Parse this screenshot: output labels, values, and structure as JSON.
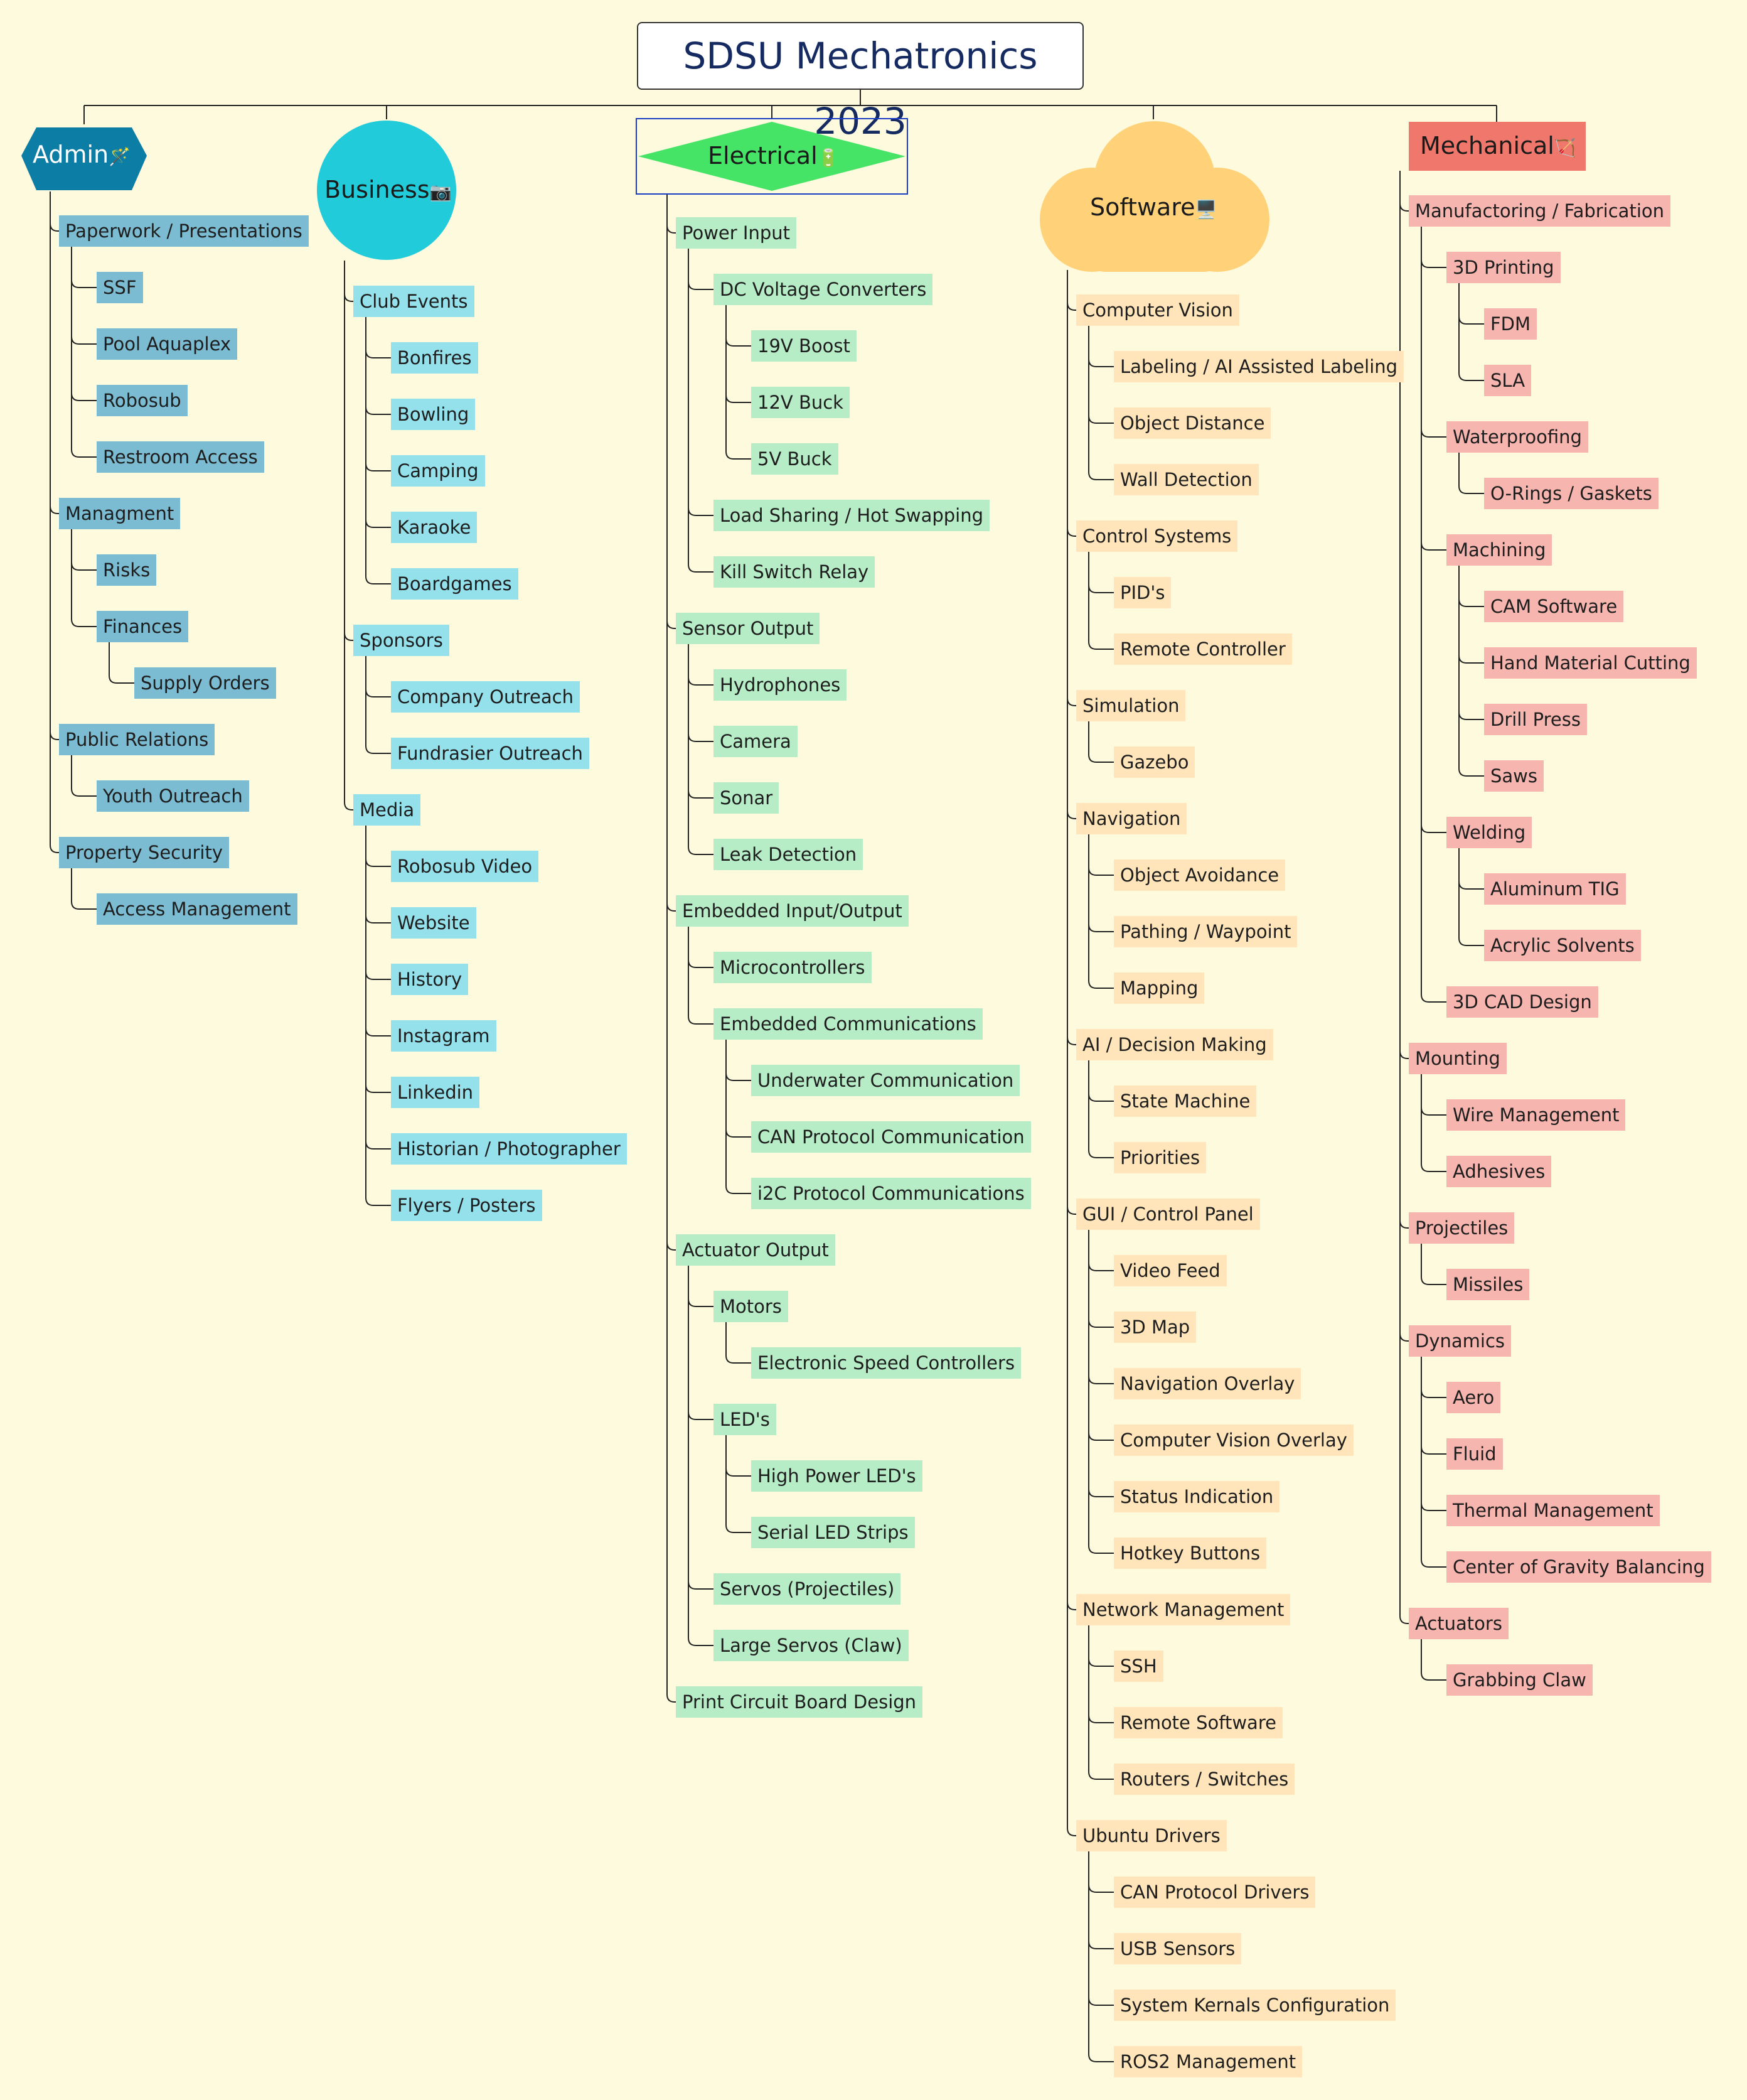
{
  "title": "SDSU Mechatronics 2023",
  "branches": [
    {
      "key": "admin",
      "label": "Admin",
      "emoji": "🪄",
      "color": "#0c7ea6",
      "children": [
        {
          "label": "Paperwork / Presentations",
          "children": [
            {
              "label": "SSF"
            },
            {
              "label": "Pool Aquaplex"
            },
            {
              "label": "Robosub"
            },
            {
              "label": "Restroom Access"
            }
          ]
        },
        {
          "label": "Managment",
          "children": [
            {
              "label": "Risks"
            },
            {
              "label": "Finances",
              "children": [
                {
                  "label": "Supply Orders"
                }
              ]
            }
          ]
        },
        {
          "label": "Public Relations",
          "children": [
            {
              "label": "Youth Outreach"
            }
          ]
        },
        {
          "label": "Property Security",
          "children": [
            {
              "label": "Access Management"
            }
          ]
        }
      ]
    },
    {
      "key": "business",
      "label": "Business",
      "emoji": "📷",
      "color": "#22cbd9",
      "children": [
        {
          "label": "Club Events",
          "children": [
            {
              "label": "Bonfires"
            },
            {
              "label": "Bowling"
            },
            {
              "label": "Camping"
            },
            {
              "label": "Karaoke"
            },
            {
              "label": "Boardgames"
            }
          ]
        },
        {
          "label": "Sponsors",
          "children": [
            {
              "label": "Company Outreach"
            },
            {
              "label": "Fundrasier Outreach"
            }
          ]
        },
        {
          "label": "Media",
          "children": [
            {
              "label": "Robosub Video"
            },
            {
              "label": "Website"
            },
            {
              "label": "History"
            },
            {
              "label": "Instagram"
            },
            {
              "label": "Linkedin"
            },
            {
              "label": "Historian / Photographer"
            },
            {
              "label": "Flyers / Posters"
            }
          ]
        }
      ]
    },
    {
      "key": "electrical",
      "label": "Electrical",
      "emoji": "🔋",
      "color": "#45e466",
      "children": [
        {
          "label": "Power Input",
          "children": [
            {
              "label": "DC Voltage Converters",
              "children": [
                {
                  "label": "19V Boost"
                },
                {
                  "label": "12V Buck"
                },
                {
                  "label": "5V Buck"
                }
              ]
            },
            {
              "label": "Load Sharing / Hot Swapping"
            },
            {
              "label": "Kill Switch Relay"
            }
          ]
        },
        {
          "label": "Sensor Output",
          "children": [
            {
              "label": "Hydrophones"
            },
            {
              "label": "Camera"
            },
            {
              "label": "Sonar"
            },
            {
              "label": "Leak Detection"
            }
          ]
        },
        {
          "label": "Embedded Input/Output",
          "children": [
            {
              "label": "Microcontrollers"
            },
            {
              "label": "Embedded Communications",
              "children": [
                {
                  "label": "Underwater Communication"
                },
                {
                  "label": "CAN Protocol Communication"
                },
                {
                  "label": "i2C Protocol Communications"
                }
              ]
            }
          ]
        },
        {
          "label": "Actuator Output",
          "children": [
            {
              "label": "Motors",
              "children": [
                {
                  "label": "Electronic Speed Controllers"
                }
              ]
            },
            {
              "label": "LED's",
              "children": [
                {
                  "label": "High Power LED's"
                },
                {
                  "label": "Serial LED Strips"
                }
              ]
            },
            {
              "label": "Servos (Projectiles)"
            },
            {
              "label": "Large Servos (Claw)"
            }
          ]
        },
        {
          "label": "Print Circuit Board Design"
        }
      ]
    },
    {
      "key": "software",
      "label": "Software",
      "emoji": "🖥️",
      "color": "#ffd27a",
      "children": [
        {
          "label": "Computer Vision",
          "children": [
            {
              "label": "Labeling / AI Assisted Labeling"
            },
            {
              "label": "Object Distance"
            },
            {
              "label": "Wall Detection"
            }
          ]
        },
        {
          "label": "Control Systems",
          "children": [
            {
              "label": "PID's"
            },
            {
              "label": "Remote Controller"
            }
          ]
        },
        {
          "label": "Simulation",
          "children": [
            {
              "label": "Gazebo"
            }
          ]
        },
        {
          "label": "Navigation",
          "children": [
            {
              "label": "Object Avoidance"
            },
            {
              "label": "Pathing / Waypoint"
            },
            {
              "label": "Mapping"
            }
          ]
        },
        {
          "label": "AI / Decision Making",
          "children": [
            {
              "label": "State Machine"
            },
            {
              "label": "Priorities"
            }
          ]
        },
        {
          "label": "GUI / Control Panel",
          "children": [
            {
              "label": "Video Feed"
            },
            {
              "label": "3D Map"
            },
            {
              "label": "Navigation Overlay"
            },
            {
              "label": "Computer Vision Overlay"
            },
            {
              "label": "Status Indication"
            },
            {
              "label": "Hotkey Buttons"
            }
          ]
        },
        {
          "label": "Network Management",
          "children": [
            {
              "label": "SSH"
            },
            {
              "label": "Remote Software"
            },
            {
              "label": "Routers / Switches"
            }
          ]
        },
        {
          "label": "Ubuntu Drivers",
          "children": [
            {
              "label": "CAN Protocol Drivers"
            },
            {
              "label": "USB Sensors"
            },
            {
              "label": "System Kernals Configuration"
            },
            {
              "label": "ROS2 Management"
            }
          ]
        }
      ]
    },
    {
      "key": "mechanical",
      "label": "Mechanical",
      "emoji": "🏹",
      "color": "#f0776b",
      "children": [
        {
          "label": "Manufactoring / Fabrication",
          "children": [
            {
              "label": "3D Printing",
              "children": [
                {
                  "label": "FDM"
                },
                {
                  "label": "SLA"
                }
              ]
            },
            {
              "label": "Waterproofing",
              "children": [
                {
                  "label": "O-Rings / Gaskets"
                }
              ]
            },
            {
              "label": "Machining",
              "children": [
                {
                  "label": "CAM Software"
                },
                {
                  "label": "Hand Material Cutting"
                },
                {
                  "label": "Drill Press"
                },
                {
                  "label": "Saws"
                }
              ]
            },
            {
              "label": "Welding",
              "children": [
                {
                  "label": "Aluminum TIG"
                },
                {
                  "label": "Acrylic Solvents"
                }
              ]
            },
            {
              "label": "3D CAD Design"
            }
          ]
        },
        {
          "label": "Mounting",
          "children": [
            {
              "label": "Wire Management"
            },
            {
              "label": "Adhesives"
            }
          ]
        },
        {
          "label": "Projectiles",
          "children": [
            {
              "label": "Missiles"
            }
          ]
        },
        {
          "label": "Dynamics",
          "children": [
            {
              "label": "Aero"
            },
            {
              "label": "Fluid"
            },
            {
              "label": "Thermal Management"
            },
            {
              "label": "Center of Gravity Balancing"
            }
          ]
        },
        {
          "label": "Actuators",
          "children": [
            {
              "label": "Grabbing Claw"
            }
          ]
        }
      ]
    }
  ]
}
